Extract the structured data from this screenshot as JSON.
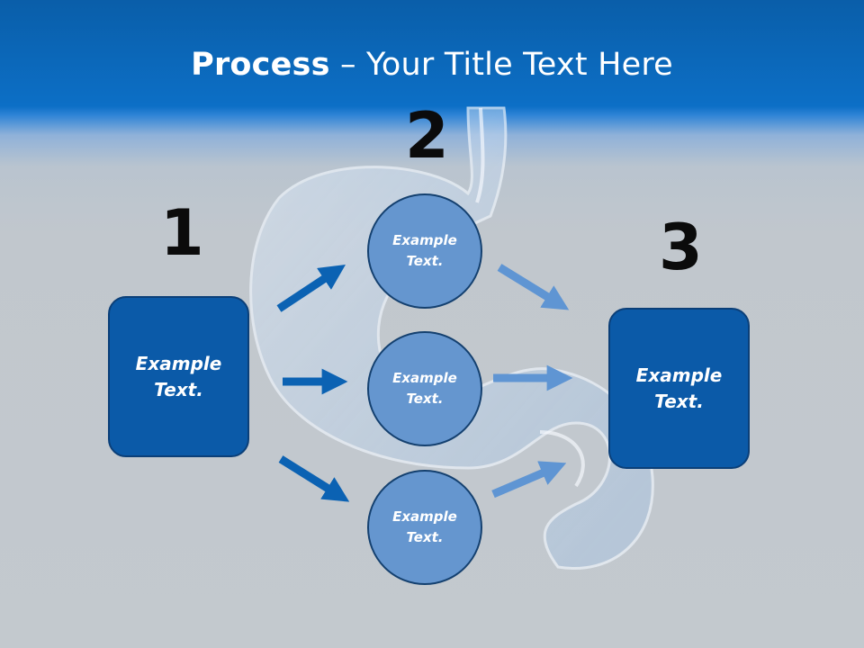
{
  "slide": {
    "title_bold": "Process",
    "title_rest": " – Your Title Text Here"
  },
  "steps": {
    "one": "1",
    "two": "2",
    "three": "3"
  },
  "boxes": {
    "left": "Example\nText.",
    "right": "Example\nText."
  },
  "circles": {
    "top": "Example\nText.",
    "middle": "Example\nText.",
    "bottom": "Example\nText."
  },
  "colors": {
    "box_fill": "#0b5aa8",
    "circle_fill": "#6596cf",
    "arrow_dark": "#0b62b3",
    "arrow_light": "#5f95d3"
  }
}
